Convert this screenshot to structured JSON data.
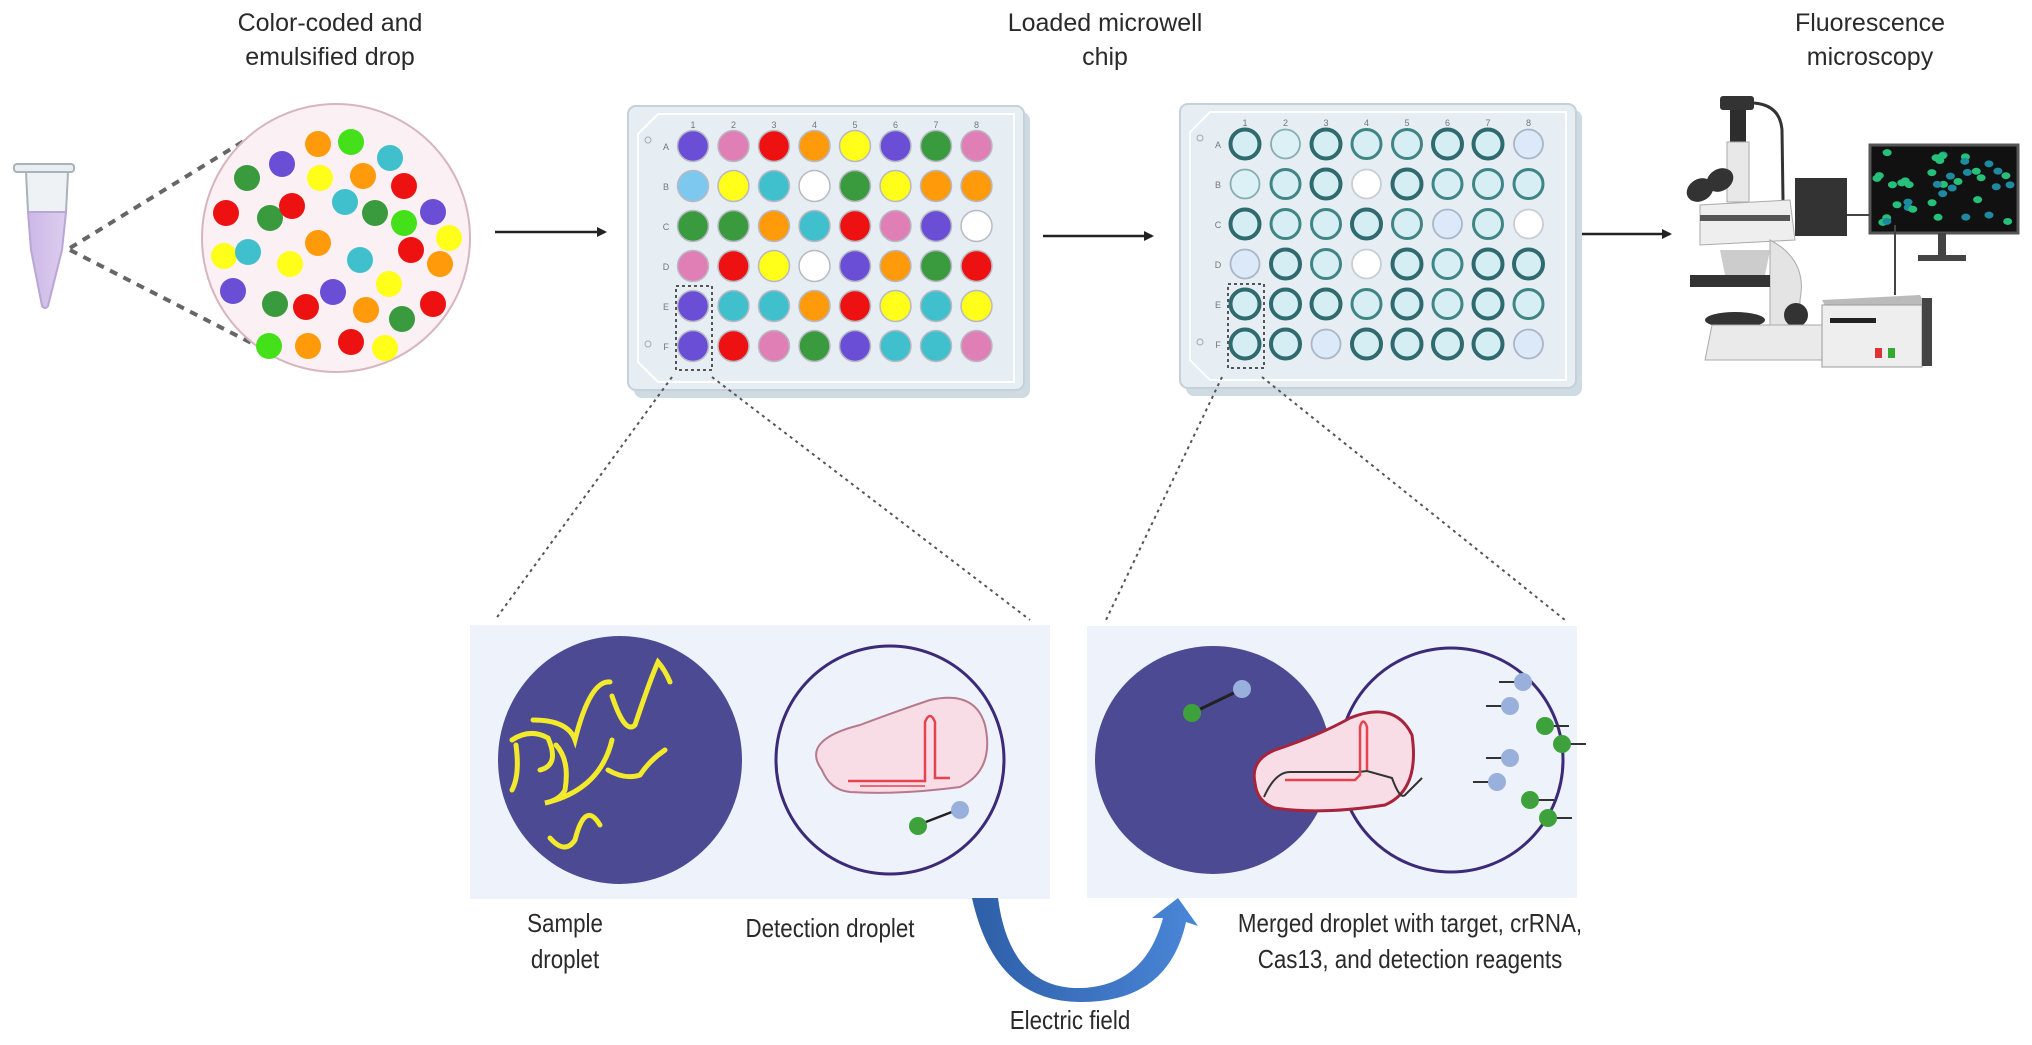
{
  "labels": {
    "color_coded": "Color-coded and\nemulsified drop",
    "loaded_chip": "Loaded microwell\nchip",
    "fluorescence": "Fluorescence\nmicroscopy",
    "sample_droplet": "Sample\ndroplet",
    "detection_droplet": "Detection droplet",
    "merged_droplet": "Merged droplet with target, crRNA,\nCas13, and detection reagents",
    "electric_field": "Electric field"
  },
  "colors": {
    "purple": "#6a4fd6",
    "pink": "#e07fb6",
    "red": "#ee1111",
    "orange": "#ff9a0a",
    "yellow": "#ffff1a",
    "green": "#3a9a3e",
    "lime": "#44e01a",
    "cyan": "#40c0cc",
    "lightblue": "#7cc8ee",
    "white": "#ffffff",
    "droplet_dark": "#4c4a92",
    "panel_bg": "#edf2fb",
    "arrow_blue": "#3b6fc4"
  },
  "plate": {
    "columns": [
      "1",
      "2",
      "3",
      "4",
      "5",
      "6",
      "7",
      "8"
    ],
    "rows": [
      "A",
      "B",
      "C",
      "D",
      "E",
      "F"
    ],
    "wells_colored": [
      [
        "purple",
        "pink",
        "red",
        "orange",
        "yellow",
        "purple",
        "green",
        "pink"
      ],
      [
        "lightblue",
        "yellow",
        "cyan",
        "white",
        "green",
        "yellow",
        "orange",
        "orange"
      ],
      [
        "green",
        "green",
        "orange",
        "cyan",
        "red",
        "pink",
        "purple",
        "white"
      ],
      [
        "pink",
        "red",
        "yellow",
        "white",
        "purple",
        "orange",
        "green",
        "red"
      ],
      [
        "purple",
        "cyan",
        "cyan",
        "orange",
        "red",
        "yellow",
        "cyan",
        "yellow"
      ],
      [
        "purple",
        "red",
        "pink",
        "green",
        "purple",
        "cyan",
        "cyan",
        "pink"
      ]
    ],
    "wells_loaded": [
      [
        "dark",
        "light",
        "dark",
        "mid",
        "mid",
        "dark",
        "dark",
        "pale"
      ],
      [
        "light",
        "mid",
        "dark",
        "empty",
        "dark",
        "mid",
        "mid",
        "mid"
      ],
      [
        "dark",
        "mid",
        "mid",
        "dark",
        "mid",
        "pale",
        "mid",
        "empty"
      ],
      [
        "pale",
        "dark",
        "mid",
        "empty",
        "dark",
        "mid",
        "dark",
        "dark"
      ],
      [
        "dark",
        "dark",
        "dark",
        "mid",
        "dark",
        "mid",
        "dark",
        "mid"
      ],
      [
        "dark",
        "dark",
        "pale",
        "dark",
        "dark",
        "dark",
        "dark",
        "pale"
      ]
    ]
  },
  "emulsion_drops": [
    [
      "orange",
      318,
      32
    ],
    [
      "lime",
      351,
      30
    ],
    [
      "cyan",
      390,
      46
    ],
    [
      "purple",
      282,
      52
    ],
    [
      "green",
      247,
      66
    ],
    [
      "yellow",
      320,
      66
    ],
    [
      "orange",
      363,
      64
    ],
    [
      "red",
      404,
      74
    ],
    [
      "red",
      226,
      101
    ],
    [
      "green",
      270,
      106
    ],
    [
      "red",
      292,
      94
    ],
    [
      "cyan",
      345,
      90
    ],
    [
      "green",
      375,
      101
    ],
    [
      "lime",
      404,
      111
    ],
    [
      "purple",
      433,
      100
    ],
    [
      "yellow",
      449,
      126
    ],
    [
      "yellow",
      224,
      144
    ],
    [
      "cyan",
      248,
      140
    ],
    [
      "orange",
      318,
      131
    ],
    [
      "yellow",
      290,
      152
    ],
    [
      "cyan",
      360,
      148
    ],
    [
      "red",
      411,
      138
    ],
    [
      "orange",
      440,
      152
    ],
    [
      "purple",
      233,
      179
    ],
    [
      "purple",
      333,
      180
    ],
    [
      "yellow",
      389,
      172
    ],
    [
      "green",
      275,
      192
    ],
    [
      "red",
      306,
      195
    ],
    [
      "orange",
      366,
      198
    ],
    [
      "red",
      433,
      192
    ],
    [
      "green",
      402,
      207
    ],
    [
      "lime",
      269,
      234
    ],
    [
      "orange",
      308,
      234
    ],
    [
      "red",
      351,
      230
    ],
    [
      "yellow",
      385,
      236
    ]
  ]
}
